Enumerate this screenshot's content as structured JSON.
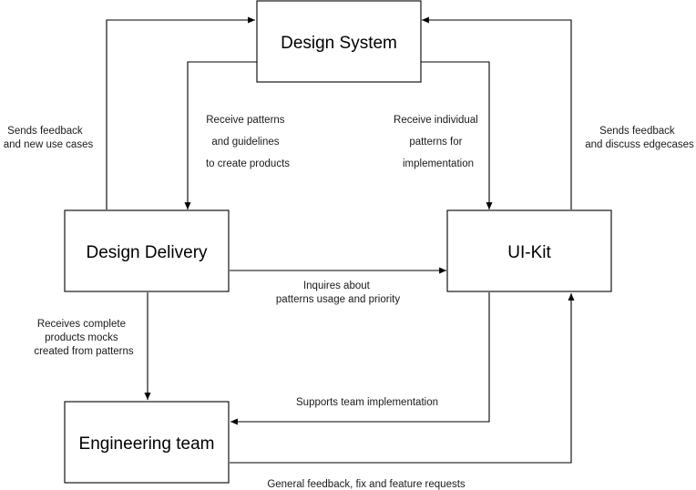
{
  "nodes": {
    "design_system": "Design System",
    "design_delivery": "Design Delivery",
    "ui_kit": "UI-Kit",
    "engineering_team": "Engineering team"
  },
  "edges": {
    "dd_to_ds": [
      "Sends feedback",
      "and new use cases"
    ],
    "ds_to_dd": [
      "Receive patterns",
      "and guidelines",
      "to create products"
    ],
    "ds_to_ui": [
      "Receive individual",
      "patterns for",
      "implementation"
    ],
    "ui_to_ds": [
      "Sends feedback",
      "and discuss edgecases"
    ],
    "dd_to_ui": [
      "Inquires about",
      "patterns usage and priority"
    ],
    "dd_to_eng": [
      "Receives complete",
      "products mocks",
      "created from patterns"
    ],
    "ui_to_eng": [
      "Supports team implementation"
    ],
    "eng_to_ui": [
      "General feedback, fix and feature requests"
    ]
  },
  "colors": {
    "stroke": "#000000",
    "background": "#ffffff"
  }
}
